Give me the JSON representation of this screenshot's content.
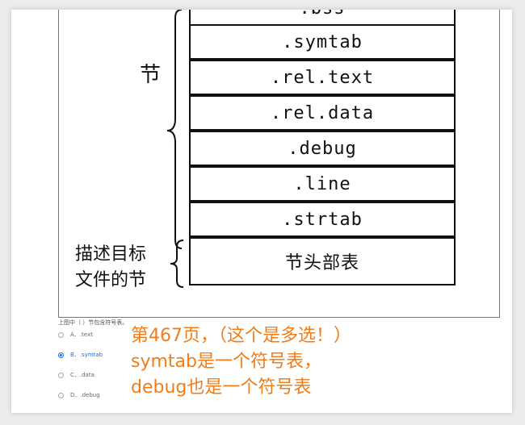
{
  "diagram": {
    "rows": [
      ".bss",
      ".symtab",
      ".rel.text",
      ".rel.data",
      ".debug",
      ".line",
      ".strtab",
      "节头部表"
    ],
    "section_label": "节",
    "desc_label_line1": "描述目标",
    "desc_label_line2": "文件的节"
  },
  "question": {
    "text": "上图中（ ）节包含符号表。",
    "options": [
      {
        "label": "A．.text",
        "selected": false
      },
      {
        "label": "B．.symtab",
        "selected": true
      },
      {
        "label": "C．.data",
        "selected": false
      },
      {
        "label": "D．.debug",
        "selected": false
      }
    ]
  },
  "annotation": {
    "line1": "第467页，（这个是多选！）",
    "line2": "symtab是一个符号表，",
    "line3": "debug也是一个符号表"
  },
  "colors": {
    "accent": "#1a73e8",
    "annotation": "#f07d1a"
  }
}
